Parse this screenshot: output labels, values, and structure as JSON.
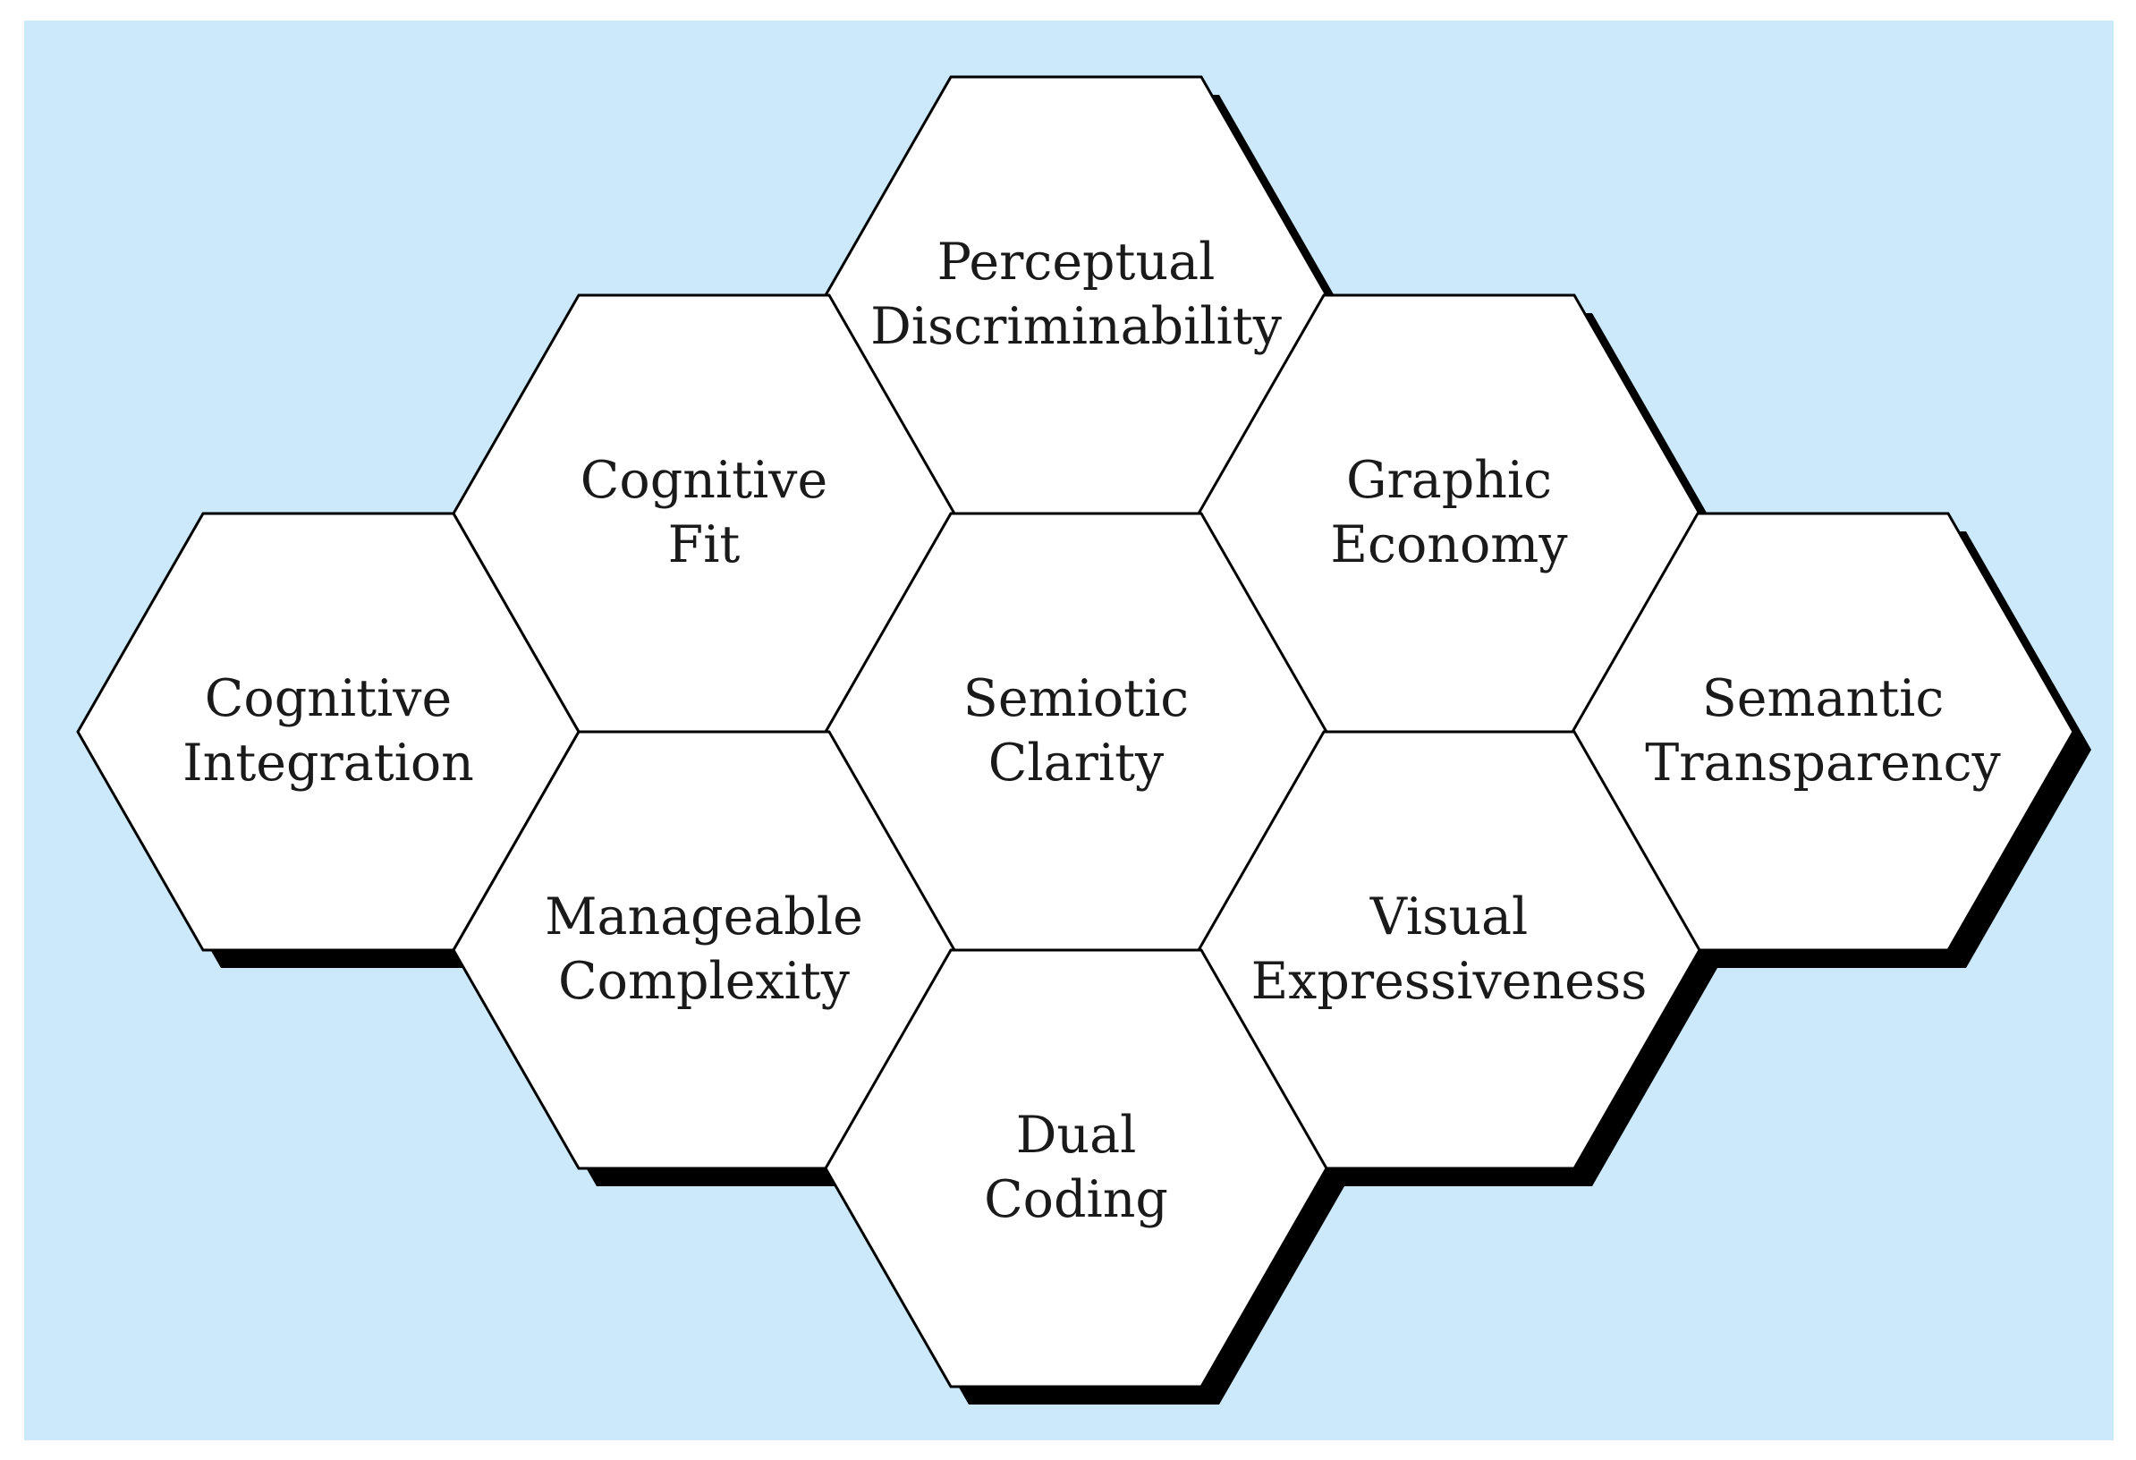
{
  "colors": {
    "background": "#cce9fb",
    "hexagon_fill": "#ffffff",
    "hexagon_outline": "#000000",
    "shadow": "#000000",
    "text": "#1a1a1a"
  },
  "hexagons": [
    {
      "id": "perceptual-discriminability",
      "lines": [
        "Perceptual",
        "Discriminability"
      ]
    },
    {
      "id": "cognitive-fit",
      "lines": [
        "Cognitive",
        "Fit"
      ]
    },
    {
      "id": "graphic-economy",
      "lines": [
        "Graphic",
        "Economy"
      ]
    },
    {
      "id": "cognitive-integration",
      "lines": [
        "Cognitive",
        "Integration"
      ]
    },
    {
      "id": "semiotic-clarity",
      "lines": [
        "Semiotic",
        "Clarity"
      ]
    },
    {
      "id": "semantic-transparency",
      "lines": [
        "Semantic",
        "Transparency"
      ]
    },
    {
      "id": "manageable-complexity",
      "lines": [
        "Manageable",
        "Complexity"
      ]
    },
    {
      "id": "visual-expressiveness",
      "lines": [
        "Visual",
        "Expressiveness"
      ]
    },
    {
      "id": "dual-coding",
      "lines": [
        "Dual",
        "Coding"
      ]
    }
  ]
}
